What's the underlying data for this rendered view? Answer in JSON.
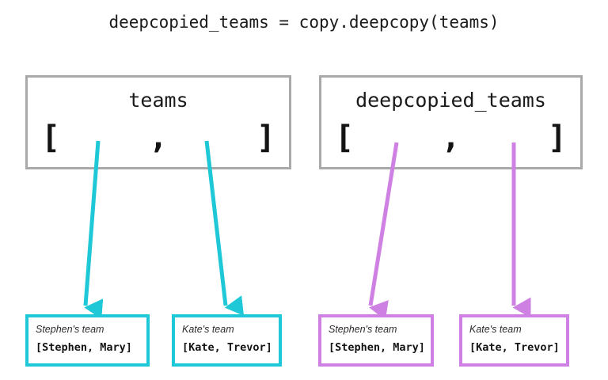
{
  "title": {
    "code": "deepcopied_teams = copy.deepcopy(teams)"
  },
  "containers": [
    {
      "name": "teams",
      "bracket_open": "[",
      "bracket_comma": ",",
      "bracket_close": "]",
      "accent": "#1ec8d7"
    },
    {
      "name": "deepcopied_teams",
      "bracket_open": "[",
      "bracket_comma": ",",
      "bracket_close": "]",
      "accent": "#cf81e3"
    }
  ],
  "leaves": [
    {
      "label": "Stephen's team",
      "value": "[Stephen, Mary]",
      "accent": "#1ec8d7"
    },
    {
      "label": "Kate's team",
      "value": "[Kate, Trevor]",
      "accent": "#1ec8d7"
    },
    {
      "label": "Stephen's team",
      "value": "[Stephen, Mary]",
      "accent": "#cf81e3"
    },
    {
      "label": "Kate's team",
      "value": "[Kate, Trevor]",
      "accent": "#cf81e3"
    }
  ],
  "arrows": [
    {
      "from": "teams-slot-0",
      "to": "leaf-0",
      "color": "#1ec8d7"
    },
    {
      "from": "teams-slot-1",
      "to": "leaf-1",
      "color": "#1ec8d7"
    },
    {
      "from": "deepcopied-teams-slot-0",
      "to": "leaf-2",
      "color": "#cf81e3"
    },
    {
      "from": "deepcopied-teams-slot-1",
      "to": "leaf-3",
      "color": "#cf81e3"
    }
  ],
  "colors": {
    "container_border": "#a9a9a9",
    "text": "#1a1a1a",
    "cyan": "#1ec8d7",
    "magenta": "#cf81e3",
    "background": "#ffffff"
  }
}
